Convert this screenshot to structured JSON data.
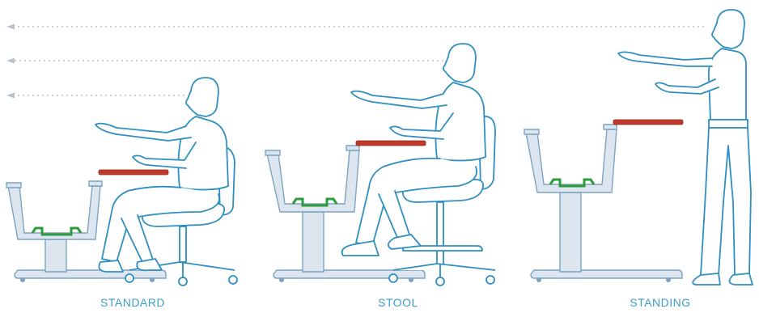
{
  "captions": {
    "standard": "STANDARD",
    "stool": "STOOL",
    "standing": "STANDING"
  },
  "colors": {
    "outline": "#2f8fc0",
    "frame_fill": "#dde6ee",
    "frame_stroke": "#7ba4c4",
    "support_green": "#2e9b3a",
    "work_surface_red": "#c0392b",
    "guide_dots": "#b8c2cc",
    "caption": "#3d9ec9"
  },
  "icons": {
    "guide_arrow": "arrow-left-icon"
  }
}
